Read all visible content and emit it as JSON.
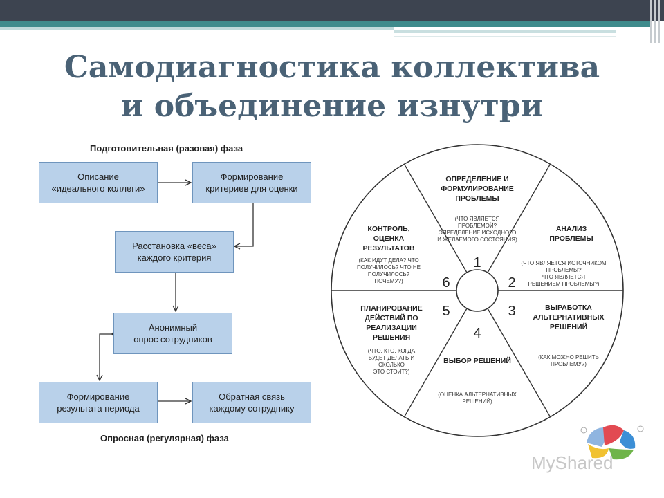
{
  "slide": {
    "title_line1": "Самодиагностика коллектива",
    "title_line2": "и объединение изнутри"
  },
  "flow": {
    "top_phase": "Подготовительная (разовая) фаза",
    "bottom_phase": "Опросная (регулярная) фаза",
    "boxes": [
      {
        "line1": "Описание",
        "line2": "«идеального коллеги»"
      },
      {
        "line1": "Формирование",
        "line2": "критериев для оценки"
      },
      {
        "line1": "Расстановка «веса»",
        "line2": "каждого критерия"
      },
      {
        "line1": "Анонимный",
        "line2": "опрос сотрудников"
      },
      {
        "line1": "Формирование",
        "line2": "результата периода"
      },
      {
        "line1": "Обратная связь",
        "line2": "каждому сотруднику"
      }
    ]
  },
  "wheel": {
    "numbers": [
      "1",
      "2",
      "3",
      "4",
      "5",
      "6"
    ],
    "s1": {
      "h1": "ОПРЕДЕЛЕНИЕ И",
      "h2": "ФОРМУЛИРОВАНИЕ",
      "h3": "ПРОБЛЕМЫ",
      "n1": "(ЧТО ЯВЛЯЕТСЯ",
      "n2": "ПРОБЛЕМОЙ?",
      "n3": "ОПРЕДЕЛЕНИЕ ИСХОДНОГО",
      "n4": "И ЖЕЛАЕМОГО СОСТОЯНИЯ)"
    },
    "s2": {
      "h1": "АНАЛИЗ",
      "h2": "ПРОБЛЕМЫ",
      "n1": "(ЧТО ЯВЛЯЕТСЯ ИСТОЧНИКОМ",
      "n2": "ПРОБЛЕМЫ?",
      "n3": "ЧТО ЯВЛЯЕТСЯ",
      "n4": "РЕШЕНИЕМ ПРОБЛЕМЫ?)"
    },
    "s3": {
      "h1": "ВЫРАБОТКА",
      "h2": "АЛЬТЕРНАТИВНЫХ",
      "h3": "РЕШЕНИЙ",
      "n1": "(КАК МОЖНО РЕШИТЬ",
      "n2": "ПРОБЛЕМУ?)"
    },
    "s4": {
      "h1": "ВЫБОР РЕШЕНИЙ",
      "n1": "(ОЦЕНКА АЛЬТЕРНАТИВНЫХ",
      "n2": "РЕШЕНИЙ)"
    },
    "s5": {
      "h1": "ПЛАНИРОВАНИЕ",
      "h2": "ДЕЙСТВИЙ ПО",
      "h3": "РЕАЛИЗАЦИИ",
      "h4": "РЕШЕНИЯ",
      "n1": "(ЧТО, КТО, КОГДА",
      "n2": "БУДЕТ ДЕЛАТЬ И",
      "n3": "СКОЛЬКО",
      "n4": "ЭТО СТОИТ?)"
    },
    "s6": {
      "h1": "КОНТРОЛЬ,",
      "h2": "ОЦЕНКА",
      "h3": "РЕЗУЛЬТАТОВ",
      "n1": "(КАК ИДУТ ДЕЛА? ЧТО",
      "n2": "ПОЛУЧИЛОСЬ? ЧТО НЕ",
      "n3": "ПОЛУЧИЛОСЬ?",
      "n4": "ПОЧЕМУ?)"
    }
  },
  "watermark": {
    "text": "MyShared"
  }
}
